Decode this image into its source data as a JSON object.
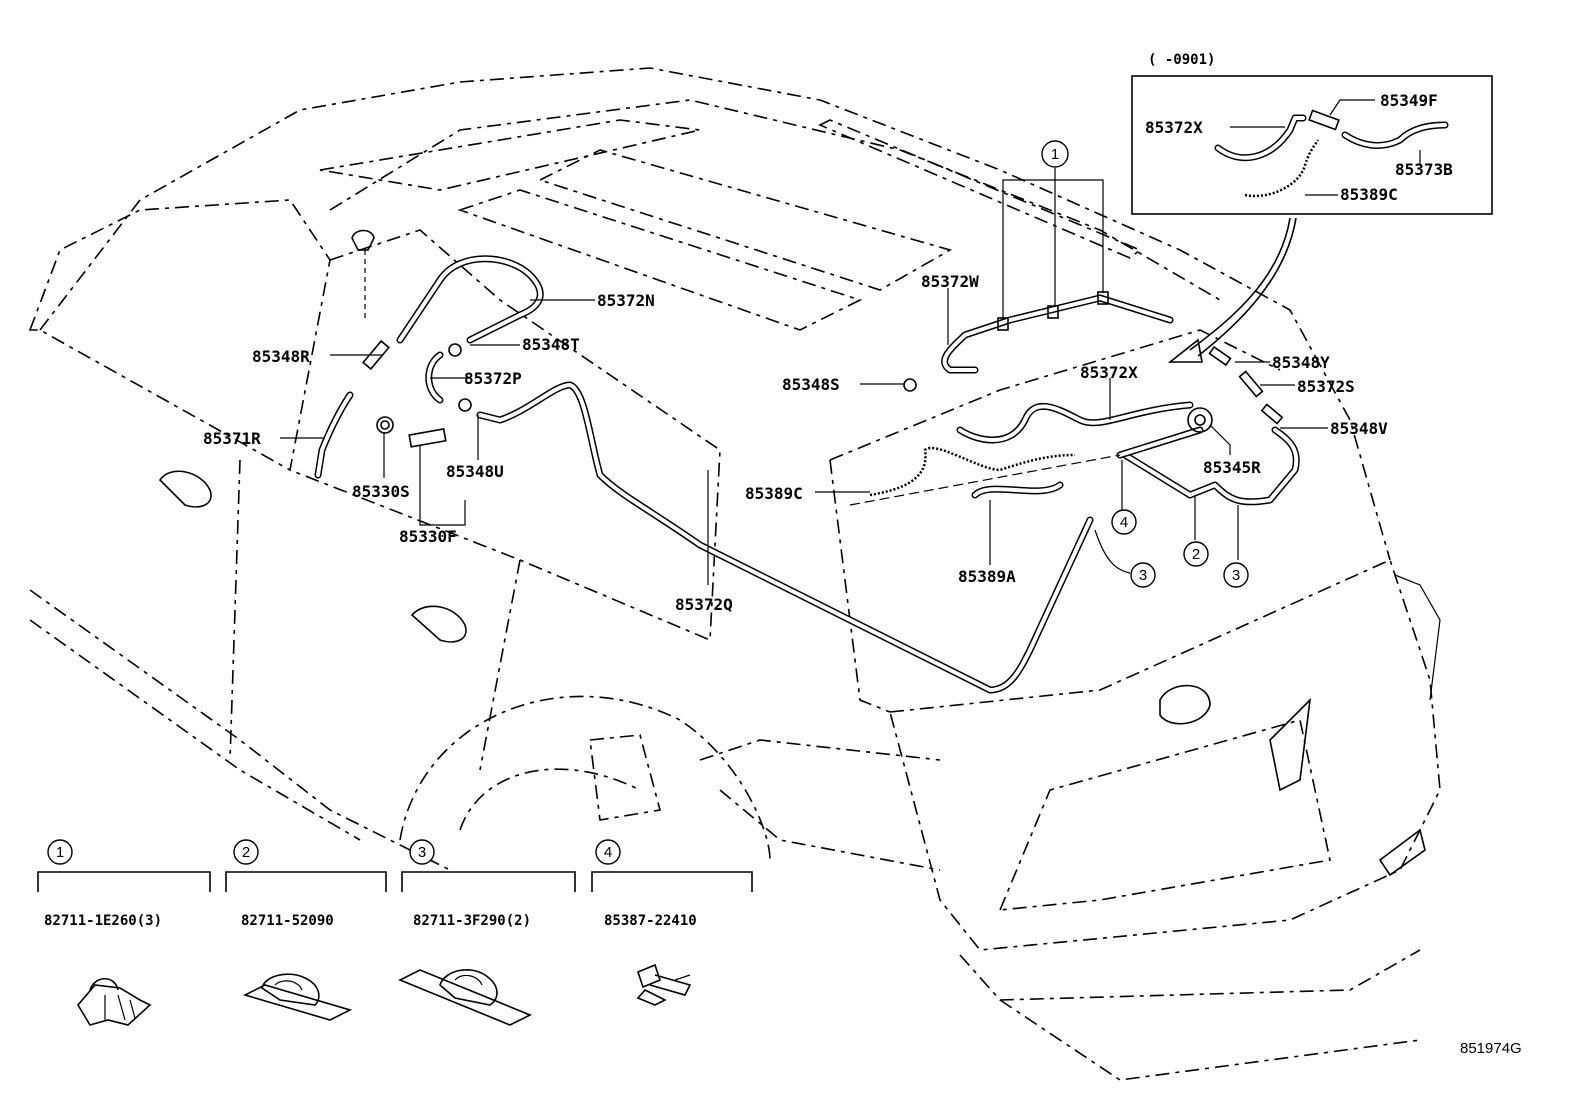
{
  "inset": {
    "date_range": "(      -0901)",
    "labels": {
      "hose_x": "85372X",
      "joint_f": "85349F",
      "hose_b": "85373B",
      "coil_c": "85389C"
    }
  },
  "callouts": {
    "clamp_group_1": "1",
    "clamp_2": "2",
    "clamp_3a": "3",
    "clamp_3b": "3",
    "clamp_4": "4"
  },
  "part_labels": {
    "p85372N": "85372N",
    "p85348R": "85348R",
    "p85348T": "85348T",
    "p85372P": "85372P",
    "p85371R": "85371R",
    "p85348U": "85348U",
    "p85330S": "85330S",
    "p85330F": "85330F",
    "p85372W": "85372W",
    "p85348S": "85348S",
    "p85372X": "85372X",
    "p85348Y": "85348Y",
    "p85372S": "85372S",
    "p85348V": "85348V",
    "p85345R": "85345R",
    "p85389C": "85389C",
    "p85389A": "85389A",
    "p85372Q": "85372Q"
  },
  "legend": [
    {
      "index": "1",
      "part": "82711-1E260(3)"
    },
    {
      "index": "2",
      "part": "82711-52090"
    },
    {
      "index": "3",
      "part": "82711-3F290(2)"
    },
    {
      "index": "4",
      "part": "85387-22410"
    }
  ],
  "diagram_id": "851974G"
}
